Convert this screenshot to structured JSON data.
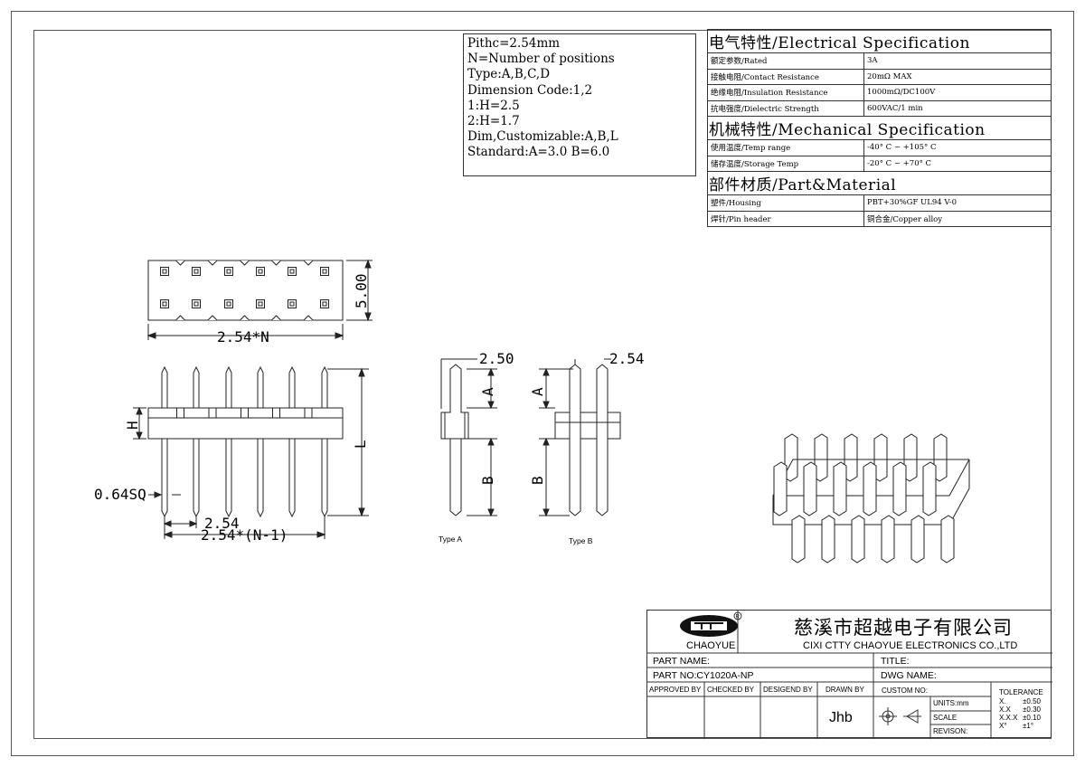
{
  "notes": [
    "Pithc=2.54mm",
    "N=Number of positions",
    "Type:A,B,C,D",
    "Dimension Code:1,2",
    "1:H=2.5",
    "2:H=1.7",
    "Dim,Customizable:A,B,L",
    "Standard:A=3.0 B=6.0"
  ],
  "spec": {
    "electrical_title": "电气特性/Electrical Specification",
    "electrical": [
      {
        "label": "额定参数/Rated",
        "value": "3A"
      },
      {
        "label": "接触电阻/Contact Resistance",
        "value": "20mΩ MAX"
      },
      {
        "label": "绝缘电阻/Insulation Resistance",
        "value": "1000mΩ/DC100V"
      },
      {
        "label": "抗电强度/Dielectric Strength",
        "value": "600VAC/1 min"
      }
    ],
    "mechanical_title": "机械特性/Mechanical Specification",
    "mechanical": [
      {
        "label": "使用温度/Temp range",
        "value": "-40° C ~ +105° C"
      },
      {
        "label": "储存温度/Storage Temp",
        "value": "-20° C ~ +70° C"
      }
    ],
    "material_title": "部件材质/Part&Material",
    "material": [
      {
        "label": "塑件/Housing",
        "value": "PBT+30%GF  UL94  V-0"
      },
      {
        "label": "焊针/Pin header",
        "value": "铜合金/Copper alloy"
      }
    ]
  },
  "dims": {
    "pitch_n": "2.54*N",
    "height": "5.00",
    "h": "H",
    "l": "L",
    "sq": "0.64SQ",
    "pitch": "2.54",
    "pitch_n1": "2.54*(N-1)",
    "a_pitch": "2.50",
    "b_pitch": "2.54",
    "a": "A",
    "b": "B",
    "type_a": "Type A",
    "type_b": "Type B"
  },
  "title_block": {
    "company_cn": "慈溪市超越电子有限公司",
    "company_en": "CIXI CTTY CHAOYUE ELECTRONICS CO.,LTD",
    "logo_text": "CHAOYUE",
    "part_name": "PART NAME:",
    "part_no": "PART NO:CY1020A-NP",
    "title": "TITLE:",
    "dwg_name": "DWG NAME:",
    "approved": "APPROVED BY",
    "checked": "CHECKED BY",
    "designed": "DESIGEND BY",
    "drawn": "DRAWN BY",
    "drawn_value": "Jhb",
    "custom_no": "CUSTOM NO:",
    "units": "UNITS:mm",
    "scale": "SCALE",
    "revision": "REVISON:",
    "tolerance": "TOLERANCE",
    "tol_rows": [
      {
        "k": "X.",
        "v": "±0.50"
      },
      {
        "k": "X.X",
        "v": "±0.30"
      },
      {
        "k": "X.X.X",
        "v": "±0.10"
      },
      {
        "k": "X°",
        "v": "±1°"
      }
    ]
  }
}
